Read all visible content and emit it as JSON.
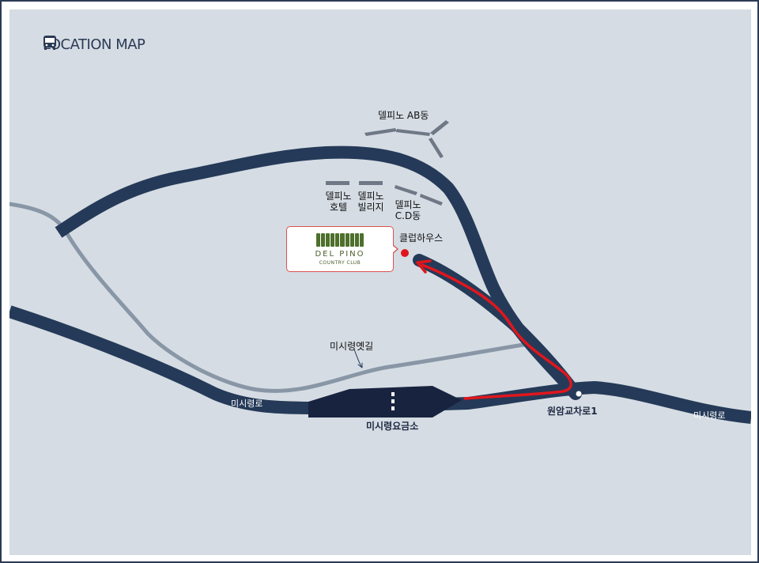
{
  "header": {
    "title": "LOCATION MAP",
    "icon": "bus-icon"
  },
  "colors": {
    "background": "#d5dce3",
    "road": "#253a58",
    "old_road": "#8896a6",
    "tollgate": "#18243f",
    "route": "#e0161c",
    "building": "#6f7886",
    "logo_green": "#4f6f2c"
  },
  "buildings": {
    "ab": "델피노 AB동",
    "hotel_line1": "델피노",
    "hotel_line2": "호텔",
    "villa_line1": "델피노",
    "villa_line2": "빌리지",
    "cd_line1": "델피노",
    "cd_line2": "C.D동"
  },
  "clubhouse": {
    "label": "클럽하우스",
    "logo_name": "DEL PINO",
    "logo_sub": "COUNTRY CLUB"
  },
  "roads": {
    "old_road": "미시령옛길",
    "misiryeong_left": "미시령로",
    "misiryeong_right": "미시령로",
    "tollgate": "미시령요금소",
    "intersection": "원암교차로1"
  }
}
